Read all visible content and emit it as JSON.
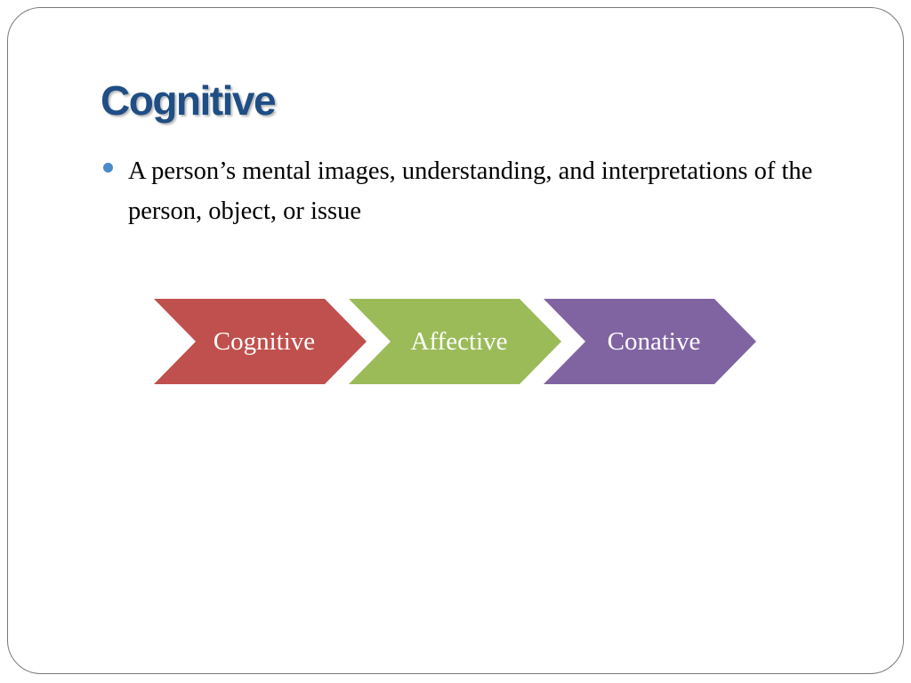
{
  "slide": {
    "title": "Cognitive",
    "bullets": [
      {
        "text": "A person’s mental images, understanding, and interpretations of the person, object, or issue"
      }
    ]
  },
  "process": {
    "steps": [
      {
        "label": "Cognitive",
        "color": "#c0504d"
      },
      {
        "label": "Affective",
        "color": "#9bbb59"
      },
      {
        "label": "Conative",
        "color": "#8064a2"
      }
    ]
  },
  "colors": {
    "title": "#1f4e85",
    "bullet": "#4a8cc9"
  }
}
